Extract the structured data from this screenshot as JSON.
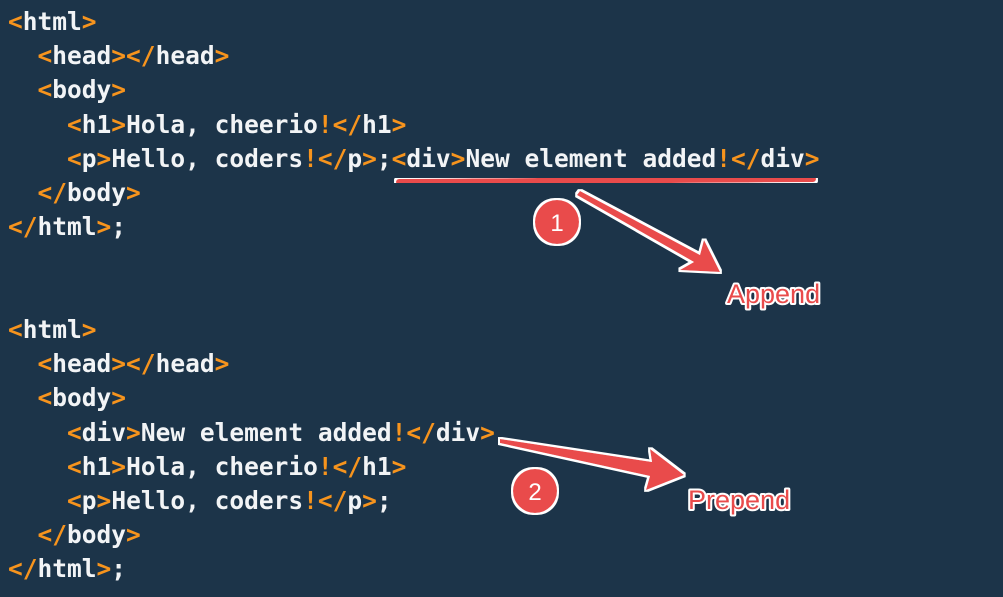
{
  "colors": {
    "background": "#1c3449",
    "tag": "#f7941d",
    "text": "#f2f4f6",
    "annotation": "#e94b4b"
  },
  "blocks": [
    {
      "lines": [
        [
          [
            "o",
            "<"
          ],
          [
            "w",
            "html"
          ],
          [
            "o",
            ">"
          ]
        ],
        [
          [
            "w",
            "  "
          ],
          [
            "o",
            "<"
          ],
          [
            "w",
            "head"
          ],
          [
            "o",
            "></"
          ],
          [
            "w",
            "head"
          ],
          [
            "o",
            ">"
          ]
        ],
        [
          [
            "w",
            "  "
          ],
          [
            "o",
            "<"
          ],
          [
            "w",
            "body"
          ],
          [
            "o",
            ">"
          ]
        ],
        [
          [
            "w",
            "    "
          ],
          [
            "o",
            "<"
          ],
          [
            "w",
            "h1"
          ],
          [
            "o",
            ">"
          ],
          [
            "w",
            "Hola, cheerio"
          ],
          [
            "o",
            "!</"
          ],
          [
            "w",
            "h1"
          ],
          [
            "o",
            ">"
          ]
        ],
        [
          [
            "w",
            "    "
          ],
          [
            "o",
            "<"
          ],
          [
            "w",
            "p"
          ],
          [
            "o",
            ">"
          ],
          [
            "w",
            "Hello, coders"
          ],
          [
            "o",
            "!</"
          ],
          [
            "w",
            "p"
          ],
          [
            "o",
            ">"
          ],
          [
            "w",
            ";"
          ],
          [
            "o",
            "<"
          ],
          [
            "w",
            "div"
          ],
          [
            "o",
            ">"
          ],
          [
            "w",
            "New element added"
          ],
          [
            "o",
            "!</"
          ],
          [
            "w",
            "div"
          ],
          [
            "o",
            ">"
          ]
        ],
        [
          [
            "w",
            "  "
          ],
          [
            "o",
            "</"
          ],
          [
            "w",
            "body"
          ],
          [
            "o",
            ">"
          ]
        ],
        [
          [
            "o",
            "</"
          ],
          [
            "w",
            "html"
          ],
          [
            "o",
            ">"
          ],
          [
            "w",
            ";"
          ]
        ]
      ]
    },
    {
      "lines": [
        [
          [
            "o",
            "<"
          ],
          [
            "w",
            "html"
          ],
          [
            "o",
            ">"
          ]
        ],
        [
          [
            "w",
            "  "
          ],
          [
            "o",
            "<"
          ],
          [
            "w",
            "head"
          ],
          [
            "o",
            "></"
          ],
          [
            "w",
            "head"
          ],
          [
            "o",
            ">"
          ]
        ],
        [
          [
            "w",
            "  "
          ],
          [
            "o",
            "<"
          ],
          [
            "w",
            "body"
          ],
          [
            "o",
            ">"
          ]
        ],
        [
          [
            "w",
            "    "
          ],
          [
            "o",
            "<"
          ],
          [
            "w",
            "div"
          ],
          [
            "o",
            ">"
          ],
          [
            "w",
            "New element added"
          ],
          [
            "o",
            "!</"
          ],
          [
            "w",
            "div"
          ],
          [
            "o",
            ">"
          ]
        ],
        [
          [
            "w",
            "    "
          ],
          [
            "o",
            "<"
          ],
          [
            "w",
            "h1"
          ],
          [
            "o",
            ">"
          ],
          [
            "w",
            "Hola, cheerio"
          ],
          [
            "o",
            "!</"
          ],
          [
            "w",
            "h1"
          ],
          [
            "o",
            ">"
          ]
        ],
        [
          [
            "w",
            "    "
          ],
          [
            "o",
            "<"
          ],
          [
            "w",
            "p"
          ],
          [
            "o",
            ">"
          ],
          [
            "w",
            "Hello, coders"
          ],
          [
            "o",
            "!</"
          ],
          [
            "w",
            "p"
          ],
          [
            "o",
            ">"
          ],
          [
            "w",
            ";"
          ]
        ],
        [
          [
            "w",
            "  "
          ],
          [
            "o",
            "</"
          ],
          [
            "w",
            "body"
          ],
          [
            "o",
            ">"
          ]
        ],
        [
          [
            "o",
            "</"
          ],
          [
            "w",
            "html"
          ],
          [
            "o",
            ">"
          ],
          [
            "w",
            ";"
          ]
        ]
      ]
    }
  ],
  "annotations": {
    "step1": {
      "number": "1",
      "label": "Append"
    },
    "step2": {
      "number": "2",
      "label": "Prepend"
    }
  }
}
